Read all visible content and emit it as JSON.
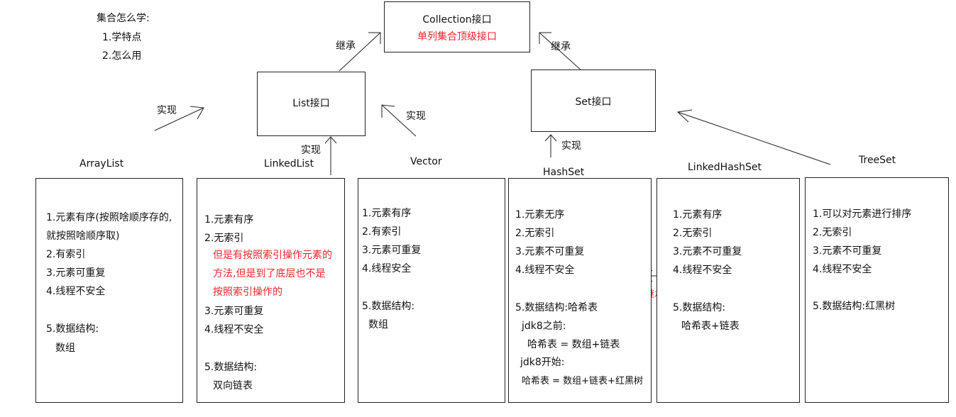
{
  "note": {
    "title": "集合怎么学:",
    "items": [
      "1.学特点",
      "2.怎么用"
    ]
  },
  "collection": {
    "title": "Collection接口",
    "subtitle": "单列集合顶级接口"
  },
  "list_interface": {
    "title": "List接口"
  },
  "set_interface": {
    "title": "Set接口"
  },
  "arrow_labels": {
    "inherit_left": "继承",
    "inherit_right": "继承",
    "impl_arraylist": "实现",
    "impl_vector": "实现",
    "impl_linkedlist": "实现",
    "impl_hashset": "实现",
    "inherit_linkedhashset": "继承"
  },
  "classes": {
    "arraylist": {
      "title": "ArrayList",
      "lines": [
        "1.元素有序(按照啥顺序存的,",
        "就按照啥顺序取)",
        "2.有索引",
        "3.元素可重复",
        "4.线程不安全",
        "5.数据结构:",
        "数组"
      ]
    },
    "linkedlist": {
      "title": "LinkedList",
      "lines": [
        "1.元素有序",
        "2.无索引",
        "但是有按照索引操作元素的",
        "方法,但是到了底层也不是",
        "按照索引操作的",
        "3.元素可重复",
        "4.线程不安全",
        "5.数据结构:",
        "双向链表"
      ]
    },
    "vector": {
      "title": "Vector",
      "lines": [
        "1.元素有序",
        "2.有索引",
        "3.元素可重复",
        "4.线程安全",
        "5.数据结构:",
        "数组"
      ]
    },
    "hashset": {
      "title": "HashSet",
      "lines": [
        "1.元素无序",
        "2.无索引",
        "3.元素不可重复",
        "4.线程不安全",
        "5.数据结构:哈希表",
        "jdk8之前:",
        "哈希表 = 数组+链表",
        "jdk8开始:",
        "哈希表 = 数组+链表+红黑树"
      ]
    },
    "linkedhashset": {
      "title": "LinkedHashSet",
      "lines": [
        "1.元素有序",
        "2.无索引",
        "3.元素不可重复",
        "4.线程不安全",
        "5.数据结构:",
        "哈希表+链表"
      ]
    },
    "treeset": {
      "title": "TreeSet",
      "lines": [
        "1.可以对元素进行排序",
        "2.无索引",
        "3.元素不可重复",
        "4.线程不安全",
        "5.数据结构:红黑树"
      ]
    }
  },
  "colors": {
    "highlight": "#e8262b",
    "border": "#222222"
  }
}
